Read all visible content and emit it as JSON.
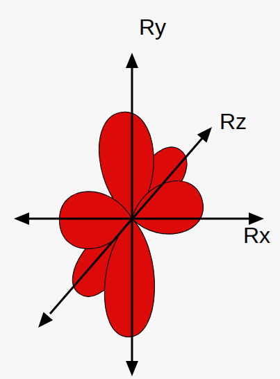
{
  "diagram": {
    "labels": [
      "Ry",
      "Rz",
      "Rx"
    ]
  }
}
